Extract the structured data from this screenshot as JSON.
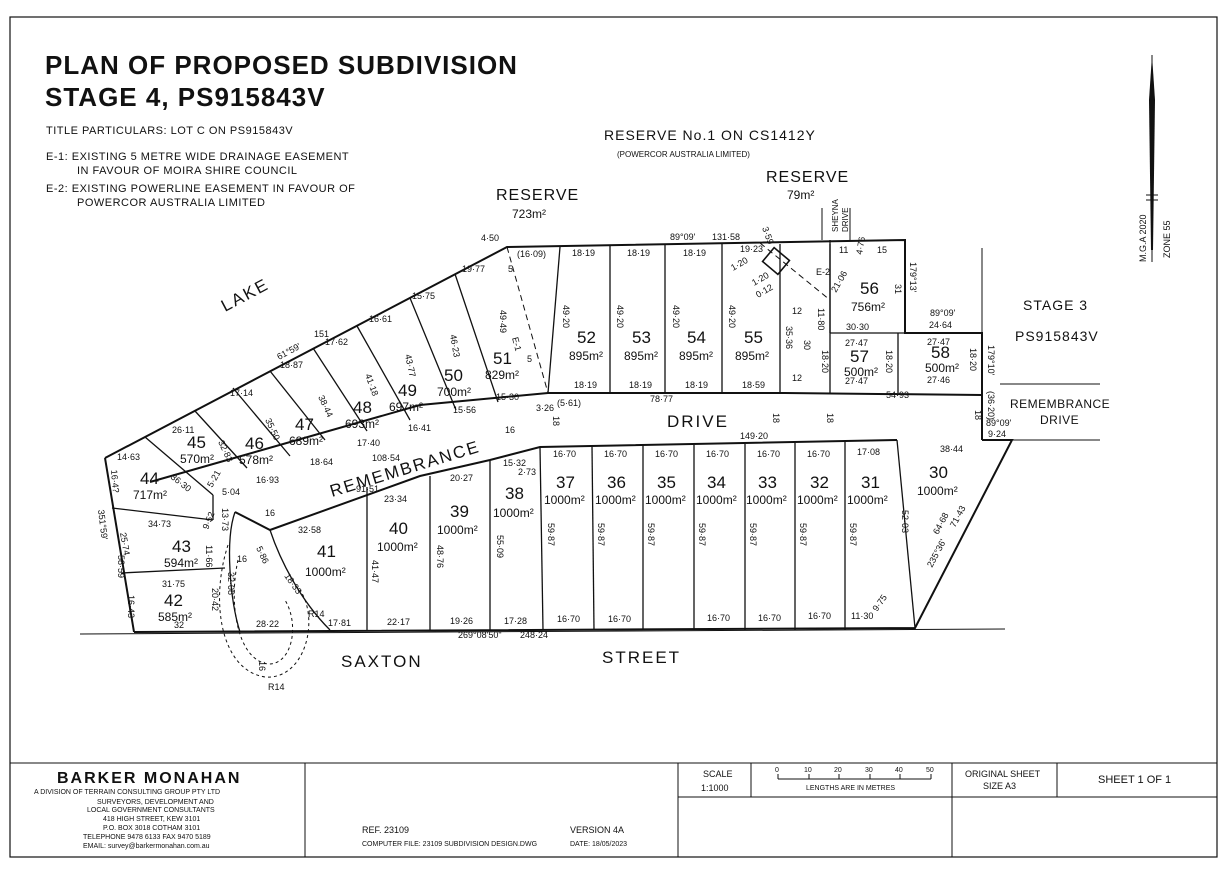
{
  "header": {
    "title_line1": "PLAN OF PROPOSED SUBDIVISION",
    "title_line2": "STAGE 4, PS915843V",
    "title_particulars": "TITLE PARTICULARS: LOT C ON PS915843V",
    "e1_line1": "E-1: EXISTING 5 METRE WIDE DRAINAGE EASEMENT",
    "e1_line2": "IN FAVOUR OF MOIRA SHIRE COUNCIL",
    "e2_line1": "E-2: EXISTING POWERLINE EASEMENT IN FAVOUR OF",
    "e2_line2": "POWERCOR AUSTRALIA LIMITED"
  },
  "north": {
    "datum": "M.G.A 2020",
    "zone": "ZONE 55"
  },
  "labels": {
    "reserve1_title": "RESERVE No.1 ON CS1412Y",
    "reserve1_owner": "(POWERCOR AUSTRALIA LIMITED)",
    "reserve_a": "RESERVE",
    "reserve_a_area": "723m²",
    "reserve_b": "RESERVE",
    "reserve_b_area": "79m²",
    "sheyna": "SHEYNA",
    "sheyna2": "DRIVE",
    "stage3": "STAGE 3",
    "stage3_ps": "PS915843V",
    "lake": "LAKE",
    "remembrance": "REMEMBRANCE",
    "drive": "DRIVE",
    "remembrance_drive1": "REMEMBRANCE",
    "remembrance_drive2": "DRIVE",
    "saxton": "SAXTON",
    "street": "STREET"
  },
  "lots": [
    {
      "n": "30",
      "a": "1000m²"
    },
    {
      "n": "31",
      "a": "1000m²"
    },
    {
      "n": "32",
      "a": "1000m²"
    },
    {
      "n": "33",
      "a": "1000m²"
    },
    {
      "n": "34",
      "a": "1000m²"
    },
    {
      "n": "35",
      "a": "1000m²"
    },
    {
      "n": "36",
      "a": "1000m²"
    },
    {
      "n": "37",
      "a": "1000m²"
    },
    {
      "n": "38",
      "a": "1000m²"
    },
    {
      "n": "39",
      "a": "1000m²"
    },
    {
      "n": "40",
      "a": "1000m²"
    },
    {
      "n": "41",
      "a": "1000m²"
    },
    {
      "n": "42",
      "a": "585m²"
    },
    {
      "n": "43",
      "a": "594m²"
    },
    {
      "n": "44",
      "a": "717m²"
    },
    {
      "n": "45",
      "a": "570m²"
    },
    {
      "n": "46",
      "a": "578m²"
    },
    {
      "n": "47",
      "a": "689m²"
    },
    {
      "n": "48",
      "a": "693m²"
    },
    {
      "n": "49",
      "a": "697m²"
    },
    {
      "n": "50",
      "a": "700m²"
    },
    {
      "n": "51",
      "a": "829m²"
    },
    {
      "n": "52",
      "a": "895m²"
    },
    {
      "n": "53",
      "a": "895m²"
    },
    {
      "n": "54",
      "a": "895m²"
    },
    {
      "n": "55",
      "a": "895m²"
    },
    {
      "n": "56",
      "a": "756m²"
    },
    {
      "n": "57",
      "a": "500m²"
    },
    {
      "n": "58",
      "a": "500m²"
    }
  ],
  "dims": {
    "top_bearing": "89°09'",
    "top_len": "131·58",
    "d1819": "18·19",
    "d4920": "49·20",
    "d1859": "18·59",
    "d1923": "19·23",
    "d4949": "49·49",
    "d1609": "(16·09)",
    "d450": "4·50",
    "d1977": "19·77",
    "d1575": "15·75",
    "d1661": "16·61",
    "d1762": "17·62",
    "d1887": "18·87",
    "d1714": "17·14",
    "d2611": "26·11",
    "d1463": "14·63",
    "d151": "151",
    "d6159": "61°59'",
    "d4623": "46·23",
    "d4377": "43·77",
    "d4118": "41·18",
    "d3844": "38·44",
    "d3550": "35·50",
    "d3283": "32·83",
    "d1530": "15·30",
    "d1556": "15·56",
    "d1641": "16·41",
    "d1740": "17·40",
    "d1864": "18·64",
    "d1693": "16·93",
    "d504": "5·04",
    "d521": "5·21",
    "d3630": "36·30",
    "d164": "16·4?",
    "d326": "3·26",
    "d561": "(5·61)",
    "d7877": "78·77",
    "d14920": "149·20",
    "d5493": "54·93",
    "d3844b": "38·44",
    "d1670": "16·70",
    "d1708": "17·08",
    "d5987": "59·87",
    "d5203": "52·03",
    "d6468": "64·68",
    "d7143": "71·43",
    "d23536": "235°36'",
    "d1130": "11·30",
    "d975": "9·75",
    "d24824": "248·24",
    "d269": "269°08'50\"",
    "d1728": "17·28",
    "d1926": "19·26",
    "d2217": "22·17",
    "d1781": "17·81",
    "d2822": "28·22",
    "d32": "32",
    "d3175": "31·75",
    "d1643": "16·43",
    "d5859": "58·59",
    "d2574": "25·74",
    "d35159": "351°59'",
    "d3473": "34·73",
    "d952": "9·52",
    "d1373": "13·73",
    "d1166": "11·66",
    "d2042": "20·42",
    "d3208": "32·08",
    "d1833": "18·33",
    "d586": "5·86",
    "dR14": "R14",
    "d16": "16",
    "d5": "5",
    "d3258": "32·58",
    "d2334": "23·34",
    "d9151": "91·51",
    "d10854": "108·54",
    "d2027": "20·27",
    "d1532": "15·32",
    "d273": "2·73",
    "d5509": "55·09",
    "d4876": "48·76",
    "d4147": "41·47",
    "d3030": "30·30",
    "d2747": "27·47",
    "d2746": "27·46",
    "d1820": "18·20",
    "d2464": "24·64",
    "d8909": "89°09'",
    "d17910": "179°10'",
    "d3620": "(36·20)",
    "d924": "9·24",
    "d18": "18",
    "d12": "12",
    "d1180": "11·80",
    "d3536": "35·36",
    "d30": "30",
    "d2106": "21·06",
    "d476": "4·76",
    "d11": "11",
    "d15": "15",
    "d31": "31",
    "d17913": "179°13'",
    "d359": "3·59",
    "d120": "1·20",
    "d012": "0·12",
    "d120b": "1·20",
    "dE2": "E-2",
    "dE1": "E-1"
  },
  "title_block": {
    "firm": "BARKER MONAHAN",
    "firm_sub": "A DIVISION OF TERRAIN CONSULTING GROUP PTY LTD",
    "addr1": "SURVEYORS, DEVELOPMENT AND",
    "addr2": "LOCAL GOVERNMENT CONSULTANTS",
    "addr3": "418 HIGH STREET, KEW 3101",
    "addr4": "P.O. BOX 3018 COTHAM 3101",
    "addr5": "TELEPHONE 9478 6133  FAX 9470 5189",
    "addr6": "EMAIL: survey@barkermonahan.com.au",
    "ref": "REF. 23109",
    "file": "COMPUTER FILE: 23109 SUBDIVISION DESIGN.DWG",
    "version": "VERSION 4A",
    "date": "DATE: 18/05/2023",
    "scale_label": "SCALE",
    "scale_value": "1:1000",
    "scale_ticks": [
      "0",
      "10",
      "20",
      "30",
      "40",
      "50"
    ],
    "scale_caption": "LENGTHS ARE IN METRES",
    "orig1": "ORIGINAL SHEET",
    "orig2": "SIZE A3",
    "sheet": "SHEET 1 OF 1"
  }
}
